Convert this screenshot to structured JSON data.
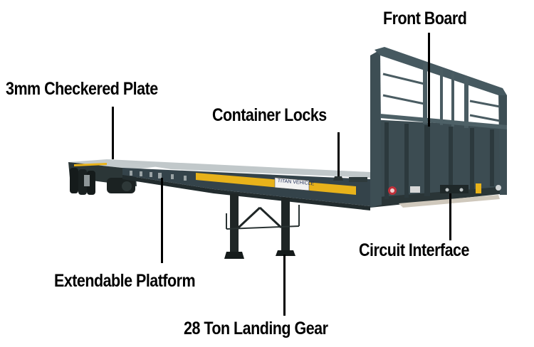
{
  "diagram": {
    "subject": "Extendable flatbed container semi-trailer",
    "brand_plate": "TITAN VEHICLE",
    "colors": {
      "body": "#3a4a4f",
      "body_dark": "#25302f",
      "deck": "#b9c1c3",
      "stripe": "#e8b21a",
      "label": "#000000",
      "background": "#ffffff"
    },
    "callouts": [
      {
        "id": "front-board",
        "label": "Front Board"
      },
      {
        "id": "checkered-plate",
        "label": "3mm Checkered Plate"
      },
      {
        "id": "container-locks",
        "label": "Container Locks"
      },
      {
        "id": "circuit-interface",
        "label": "Circuit Interface"
      },
      {
        "id": "extendable-platform",
        "label": "Extendable Platform"
      },
      {
        "id": "landing-gear",
        "label": "28 Ton Landing Gear"
      }
    ]
  }
}
